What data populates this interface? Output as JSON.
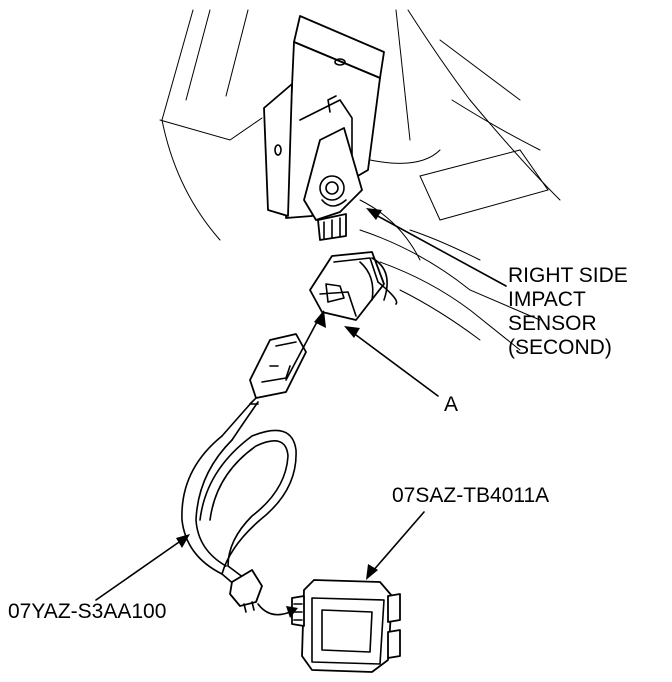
{
  "labels": {
    "sensor_line1": "RIGHT SIDE",
    "sensor_line2": "IMPACT",
    "sensor_line3": "SENSOR",
    "sensor_line4": "(SECOND)",
    "connector": "A",
    "adapter": "07SAZ-TB4011A",
    "harness": "07YAZ-S3AA100"
  }
}
